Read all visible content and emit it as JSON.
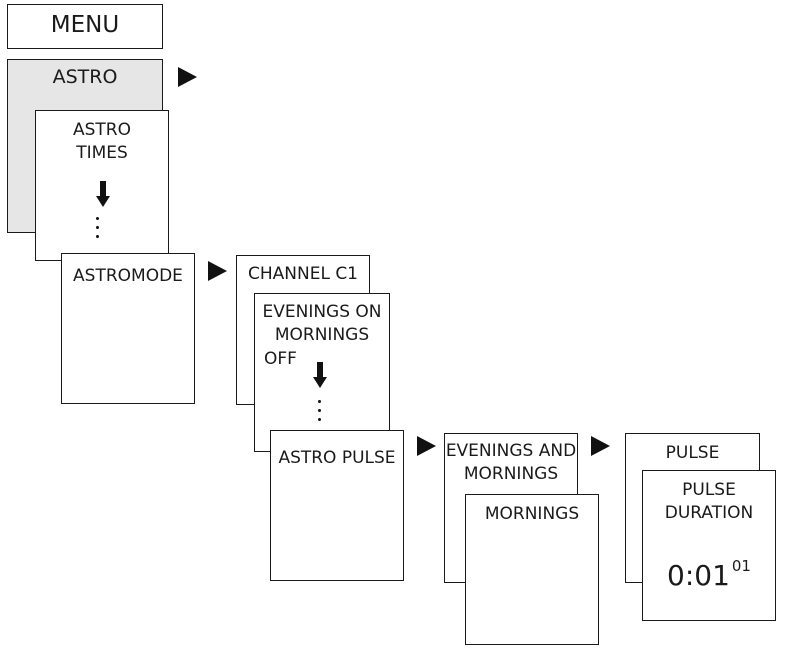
{
  "menu": {
    "title": "MENU",
    "astro": "ASTRO",
    "astro_times": [
      "ASTRO",
      "TIMES"
    ],
    "astromode": "ASTROMODE"
  },
  "channel": {
    "label": "CHANNEL C1",
    "options": [
      "EVENINGS ON",
      "MORNINGS"
    ],
    "off": "OFF",
    "astro_pulse": "ASTRO PULSE"
  },
  "pulse_mode": {
    "options": [
      "EVENINGS AND",
      "MORNINGS"
    ],
    "selected": "MORNINGS"
  },
  "pulse": {
    "label": "PULSE",
    "duration_title": [
      "PULSE",
      "DURATION"
    ],
    "value_main": "0:01",
    "value_sub": "01"
  }
}
